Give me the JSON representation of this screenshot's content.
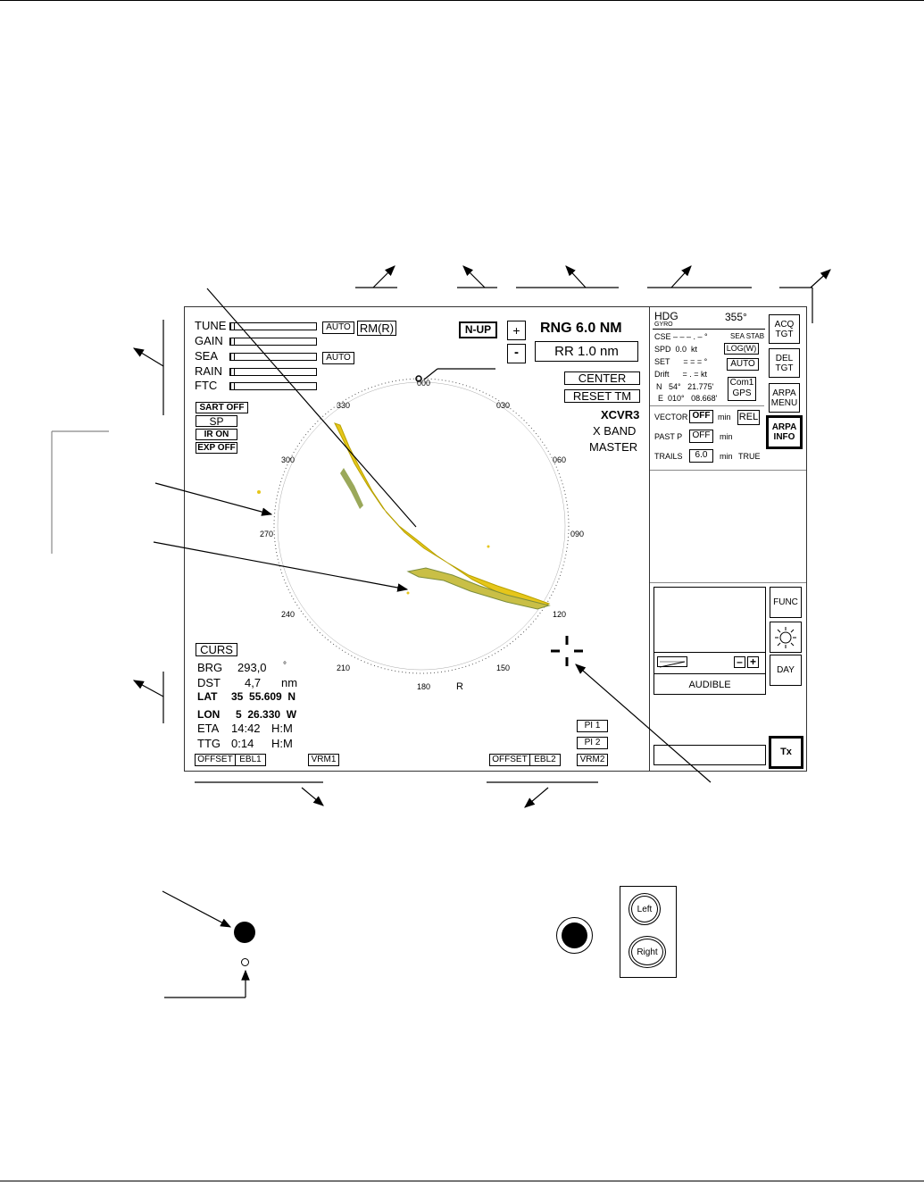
{
  "radar": {
    "controls": {
      "tune": "TUNE",
      "gain": "GAIN",
      "sea": "SEA",
      "rain": "RAIN",
      "ftc": "FTC",
      "auto1": "AUTO",
      "auto2": "AUTO",
      "rm": "RM(R)",
      "sart": "SART OFF",
      "sp": "SP",
      "ir": "IR  ON",
      "exp": "EXP OFF"
    },
    "header": {
      "nup": "N-UP",
      "plus": "+",
      "minus": "-",
      "rng": "RNG 6.0 NM",
      "rr": "RR 1.0 nm",
      "center": "CENTER",
      "reset": "RESET  TM",
      "xcvr": "XCVR3",
      "band": "X BAND",
      "master": "MASTER"
    },
    "bearing_scale": {
      "b330": "330",
      "b000": "000",
      "b030": "030",
      "b300": "300",
      "b060": "060",
      "b270": "270",
      "b090": "090",
      "b240": "240",
      "b120": "120",
      "b210": "210",
      "b150": "150",
      "b180": "180",
      "r": "R"
    },
    "cursor": {
      "title": "CURS",
      "brg_label": "BRG",
      "brg_value": "293,0",
      "brg_unit": "°",
      "dst_label": "DST",
      "dst_value": "4,7",
      "dst_unit": "nm",
      "lat_label": "LAT",
      "lat_value": "35  55.609  N",
      "lon_label": "LON",
      "lon_value": "5  26.330  W",
      "eta_label": "ETA",
      "eta_value": "14:42",
      "eta_unit": "H:M",
      "ttg_label": "TTG",
      "ttg_value": "0:14",
      "ttg_unit": "H:M"
    },
    "bottom": {
      "offset1": "OFFSET",
      "ebl1": "EBL1",
      "vrm1": "VRM1",
      "offset2": "OFFSET",
      "ebl2": "EBL2",
      "vrm2": "VRM2",
      "pi1": "PI 1",
      "pi2": "PI 2"
    }
  },
  "side_panel": {
    "hdg": "HDG",
    "gyro": "GYRO",
    "hdg_value": "355°",
    "cse": "CSE – – – . – °",
    "sea_stab": "SEA  STAB",
    "spd": "SPD  0.0  kt",
    "log": "LOG(W)",
    "set": "SET      = = = °",
    "auto": "AUTO",
    "drift": "Drift      = . = kt",
    "lat": "N   54°   21.775'",
    "lon": "E  010°   08.668'",
    "com1": "Com1",
    "gps": "GPS",
    "acq1": "ACQ",
    "acq2": "TGT",
    "del1": "DEL",
    "del2": "TGT",
    "arpa_menu1": "ARPA",
    "arpa_menu2": "MENU",
    "arpa_info1": "ARPA",
    "arpa_info2": "INFO",
    "vector": "VECTOR",
    "vector_value": "OFF",
    "min1": "min",
    "rel": "REL",
    "past": "PAST  P",
    "past_value": "OFF",
    "min2": "min",
    "trails": "TRAILS",
    "trails_value": "6.0",
    "min3": "min",
    "true_label": "TRUE",
    "func": "FUNC",
    "day": "DAY",
    "audible": "AUDIBLE",
    "minus": "–",
    "plus": "+",
    "tx": "Tx"
  },
  "hardware": {
    "left": "Left",
    "right": "Right"
  }
}
